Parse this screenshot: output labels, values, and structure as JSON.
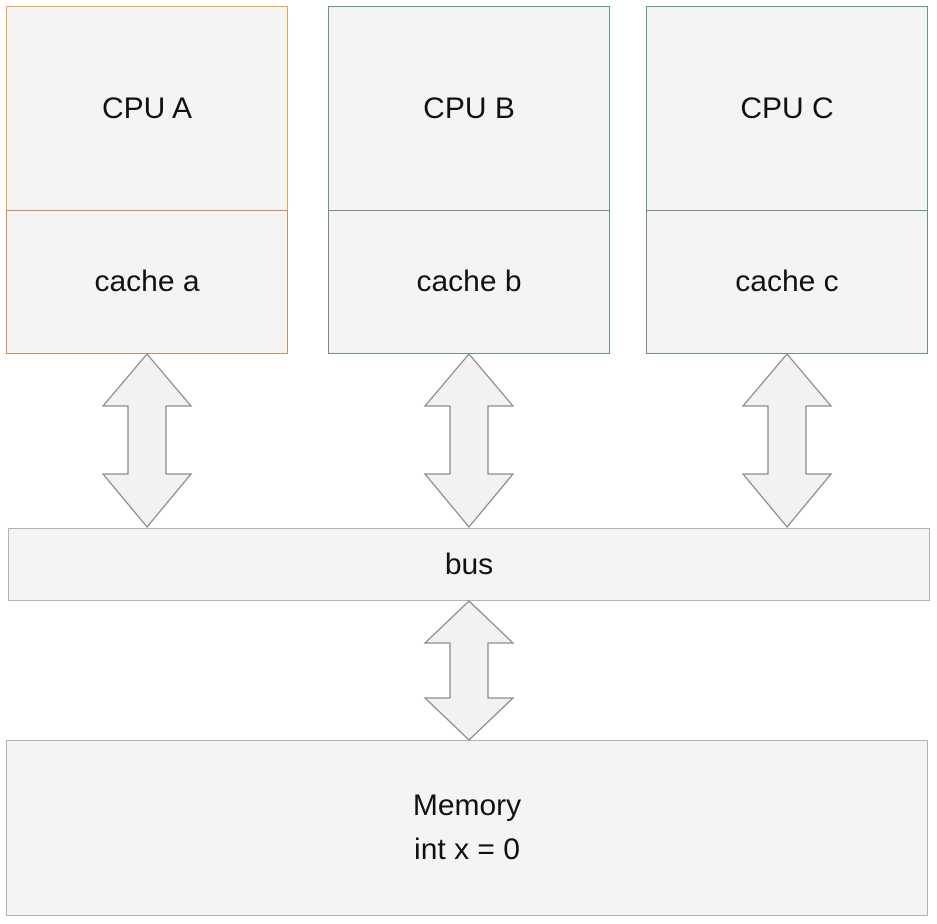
{
  "cpus": [
    {
      "cpu_label": "CPU A",
      "cache_label": "cache a"
    },
    {
      "cpu_label": "CPU B",
      "cache_label": "cache b"
    },
    {
      "cpu_label": "CPU C",
      "cache_label": "cache c"
    }
  ],
  "bus": {
    "label": "bus"
  },
  "memory": {
    "line1": "Memory",
    "line2": "int x = 0"
  },
  "colors": {
    "box_fill": "#f4f4f4",
    "cpu_a_border": "#f0a63c",
    "cpu_bc_border": "#5f9a90",
    "neutral_border": "#b3b3b3",
    "arrow_fill": "#f2f2f2",
    "arrow_stroke": "#8a8a8a"
  }
}
